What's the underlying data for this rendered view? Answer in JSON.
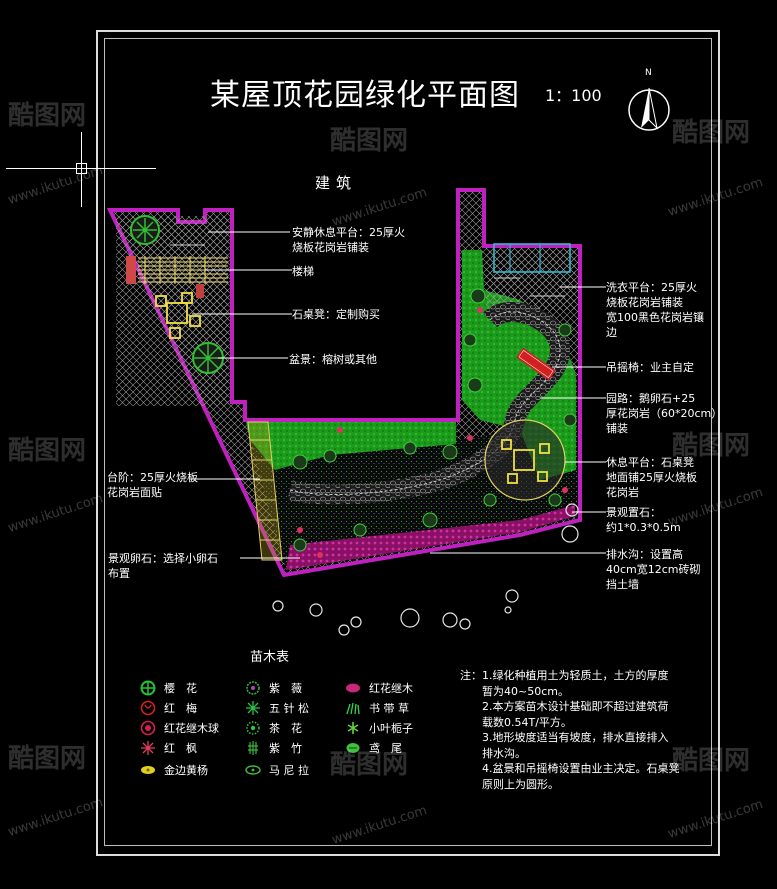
{
  "drawing": {
    "title": "某屋顶花园绿化平面图",
    "scale": "1：100",
    "north": "N",
    "building": "建筑"
  },
  "labels": {
    "quiet_platform": "安静休息平台：25厚火\n烧板花岗岩铺装",
    "stairs": "楼梯",
    "stone_table": "石桌凳：定制购买",
    "bonsai": "盆景：榕树或其他",
    "laundry_platform": "洗衣平台：25厚火\n烧板花岗岩铺装\n宽100黑色花岗岩镶\n边",
    "hammock": "吊摇椅：业主自定",
    "garden_path": "园路：鹅卵石+25\n厚花岗岩（60*20cm）\n铺装",
    "rest_platform": "休息平台：石桌凳\n地面铺25厚火烧板\n花岗岩",
    "steps": "台阶：25厚火烧板\n花岗岩面贴",
    "landscape_stone": "景观置石：\n约1*0.3*0.5m",
    "pebble": "景观卵石：选择小卵石\n布置",
    "drain": "排水沟：设置高\n40cm宽12cm砖砌\n挡土墙"
  },
  "legend": {
    "title": "苗木表",
    "items": [
      {
        "name": "樱　花",
        "icon": "cherry-icon",
        "color": "#22c833"
      },
      {
        "name": "紫　薇",
        "icon": "crape-myrtle-icon",
        "color": "#33b844"
      },
      {
        "name": "红花继木",
        "icon": "loropetalum-icon",
        "color": "#c8287a"
      },
      {
        "name": "红　梅",
        "icon": "red-plum-icon",
        "color": "#d42020"
      },
      {
        "name": "五 针 松",
        "icon": "pine-icon",
        "color": "#2ec24a"
      },
      {
        "name": "书 带 草",
        "icon": "grass-icon",
        "color": "#2ed84a"
      },
      {
        "name": "红花继木球",
        "icon": "loropetalum-ball-icon",
        "color": "#d42050"
      },
      {
        "name": "茶　花",
        "icon": "camellia-icon",
        "color": "#36c040"
      },
      {
        "name": "小叶栀子",
        "icon": "gardenia-icon",
        "color": "#66d040"
      },
      {
        "name": "红　枫",
        "icon": "red-maple-icon",
        "color": "#e04060"
      },
      {
        "name": "紫　竹",
        "icon": "bamboo-icon",
        "color": "#3ab83a"
      },
      {
        "name": "鸢　尾",
        "icon": "iris-icon",
        "color": "#40c040"
      },
      {
        "name": "金边黄杨",
        "icon": "boxwood-icon",
        "color": "#e0d020"
      },
      {
        "name": "马 尼 拉",
        "icon": "manila-grass-icon",
        "color": "#3cc03c"
      }
    ]
  },
  "notes": [
    "注：1.绿化种植用土为轻质土，土方的厚度\n　　暂为40~50cm。",
    "　　2.本方案苗木设计基础即不超过建筑荷\n　　载数0.54T/平方。",
    "　　3.地形坡度适当有坡度，排水直接排入\n　　排水沟。",
    "　　4.盆景和吊摇椅设置由业主决定。石桌凳\n　　原则上为圆形。"
  ],
  "watermark": {
    "brand": "酷图网",
    "url": "www.ikutu.com"
  },
  "colors": {
    "boundary": "#c020c0",
    "hedge": "#b8208a",
    "lawn": "#28c028",
    "path": "#8a8a8a",
    "paving": "#9a9a9a"
  }
}
